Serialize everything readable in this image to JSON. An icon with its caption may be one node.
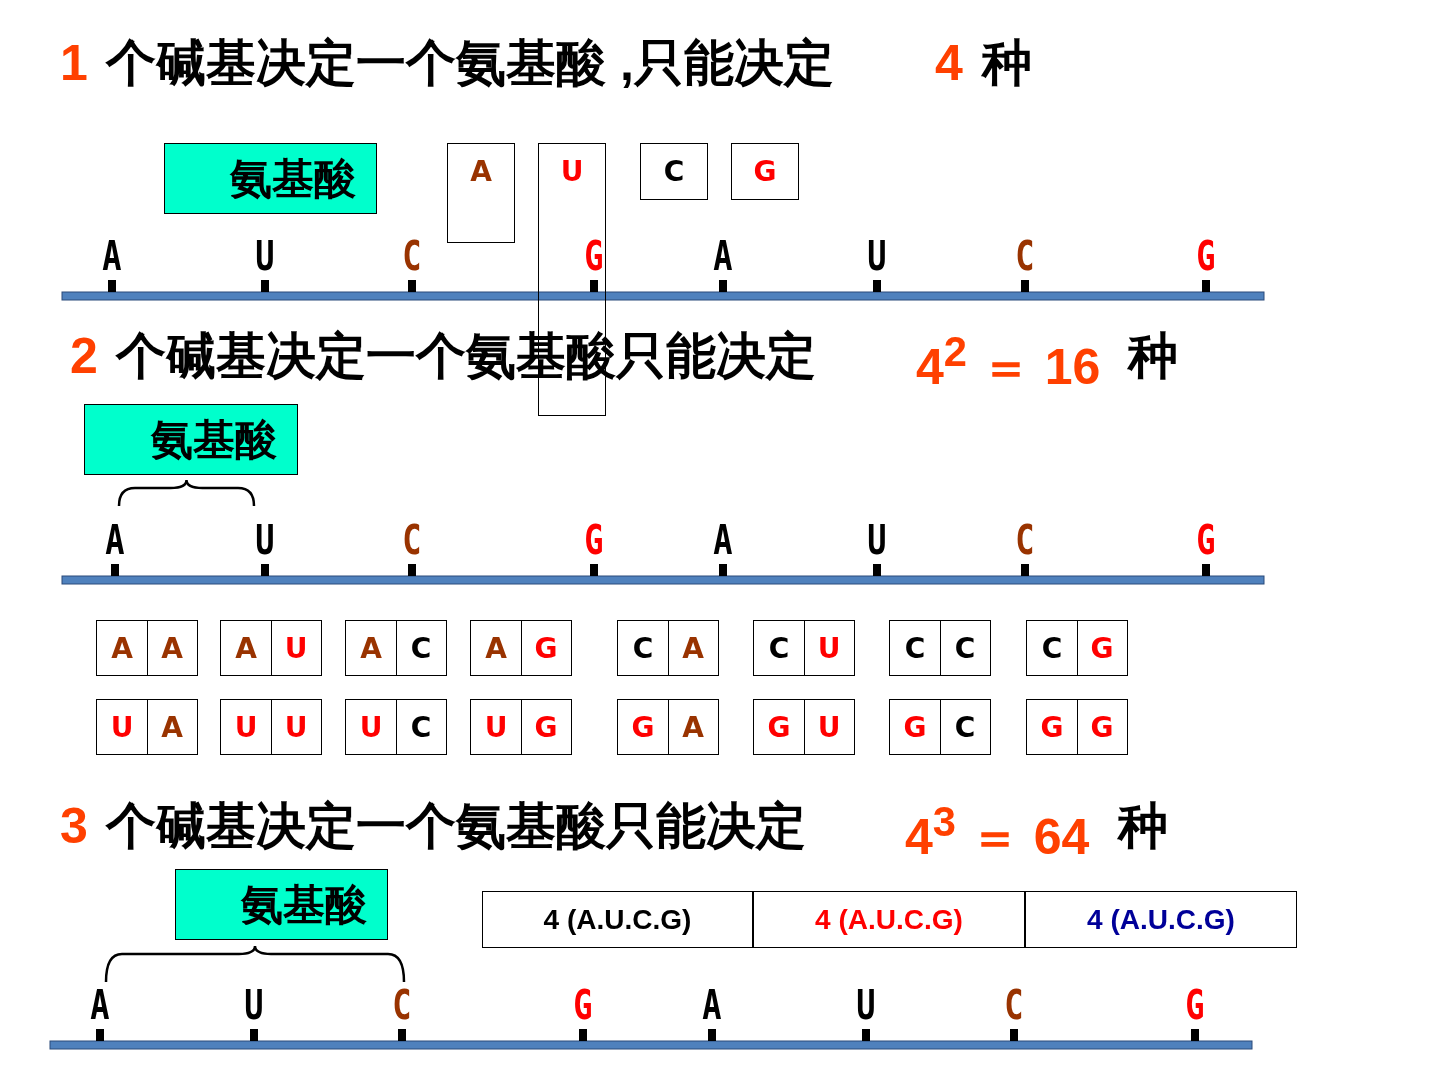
{
  "diagram": {
    "nodes": [
      {
        "text": [
          "氨基酸"
        ]
      },
      {
        "text": [
          "A"
        ]
      },
      {
        "text": [
          "U"
        ]
      },
      {
        "text": [
          "C"
        ]
      },
      {
        "text": [
          "G"
        ]
      },
      {
        "text": [
          "氨基酸"
        ]
      },
      {
        "text": [
          "A",
          "A"
        ]
      },
      {
        "text": [
          "A",
          "U"
        ]
      },
      {
        "text": [
          "A",
          "C"
        ]
      },
      {
        "text": [
          "A",
          "G"
        ]
      },
      {
        "text": [
          "C",
          "A"
        ]
      },
      {
        "text": [
          "C",
          "U"
        ]
      },
      {
        "text": [
          "C",
          "C"
        ]
      },
      {
        "text": [
          "C",
          "G"
        ]
      },
      {
        "text": [
          "U",
          "A"
        ]
      },
      {
        "text": [
          "U",
          "U"
        ]
      },
      {
        "text": [
          "U",
          "C"
        ]
      },
      {
        "text": [
          "U",
          "G"
        ]
      },
      {
        "text": [
          "G",
          "A"
        ]
      },
      {
        "text": [
          "G",
          "U"
        ]
      },
      {
        "text": [
          "G",
          "C"
        ]
      },
      {
        "text": [
          "G",
          "G"
        ]
      },
      {
        "text": [
          "氨基酸"
        ]
      },
      {
        "text": [
          "4 (A.U.C.G)"
        ]
      },
      {
        "text": [
          "4 (A.U.C.G)"
        ]
      },
      {
        "text": [
          "4 (A.U.C.G)"
        ]
      }
    ],
    "labels": [
      "1",
      "个碱基决定一个氨基酸 ,只能决定",
      "4",
      "种",
      "A",
      "U",
      "C",
      "G",
      "A",
      "U",
      "C",
      "G",
      "2",
      "个碱基决定一个氨基酸只能决定",
      "4$^{2}$ ＝ 16",
      "种",
      "A",
      "U",
      "C",
      "G",
      "A",
      "U",
      "C",
      "G",
      "3",
      "个碱基决定一个氨基酸只能决定",
      "4$^{3}$ ＝ 64",
      "种",
      "A",
      "U",
      "C",
      "G",
      "A",
      "U",
      "C",
      "G"
    ]
  }
}
